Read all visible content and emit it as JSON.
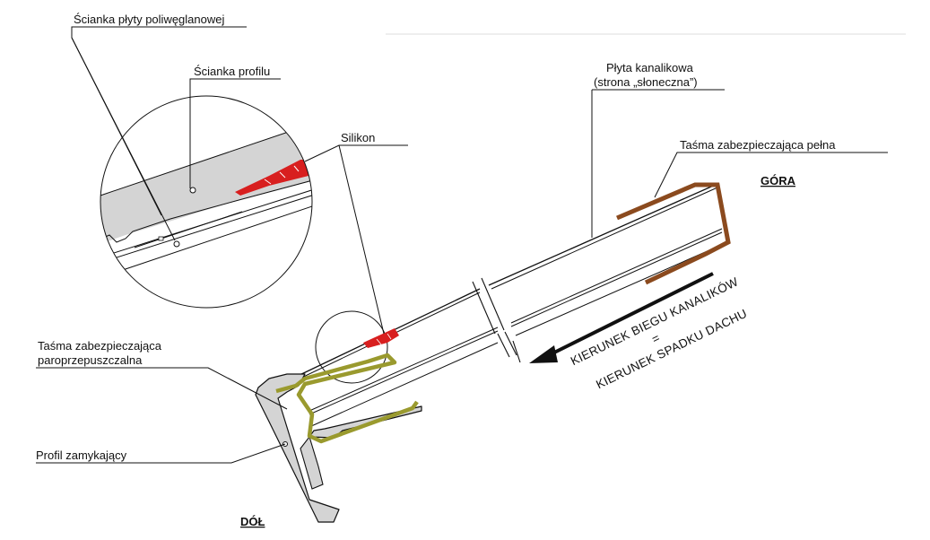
{
  "labels": {
    "wall_polycarbonate": "Ścianka płyty poliwęglanowej",
    "wall_profile": "Ścianka profilu",
    "silicone": "Silikon",
    "channel_sheet_line1": "Płyta kanalikowa",
    "channel_sheet_line2": "(strona „słoneczna”)",
    "solid_tape": "Taśma zabezpieczająca pełna",
    "top": "GÓRA",
    "vapor_tape_line1": "Taśma zabezpieczająca",
    "vapor_tape_line2": "paroprzepuszczalna",
    "closing_profile": "Profil zamykający",
    "bottom": "DÓŁ",
    "direction_line1": "KIERUNEK BIEGU KANALIKÓW",
    "direction_equals": "=",
    "direction_line2": "KIERUNEK SPADKU DACHU"
  },
  "colors": {
    "profile_fill": "#d4d4d4",
    "silicone": "#d81f1f",
    "solid_tape": "#8b4a1e",
    "vapor_tape": "#9a9a2e",
    "line": "#111111"
  }
}
